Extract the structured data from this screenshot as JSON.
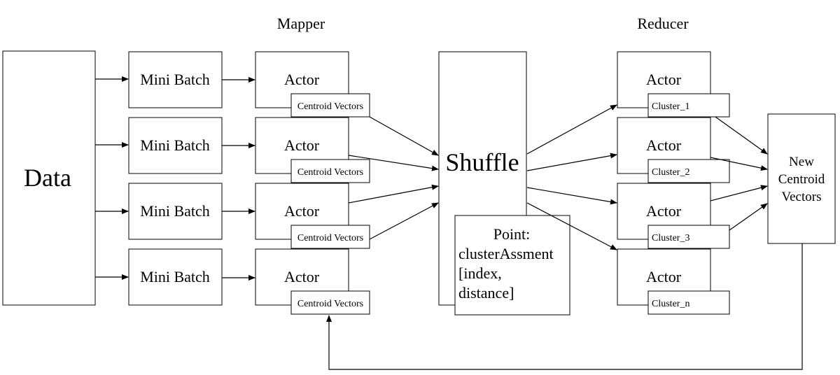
{
  "headers": {
    "mapper": "Mapper",
    "reducer": "Reducer"
  },
  "data_label": "Data",
  "mini_batches": [
    "Mini Batch",
    "Mini Batch",
    "Mini Batch",
    "Mini Batch"
  ],
  "mappers": [
    {
      "actor": "Actor",
      "sub": "Centroid Vectors"
    },
    {
      "actor": "Actor",
      "sub": "Centroid Vectors"
    },
    {
      "actor": "Actor",
      "sub": "Centroid Vectors"
    },
    {
      "actor": "Actor",
      "sub": "Centroid Vectors"
    }
  ],
  "shuffle": "Shuffle",
  "point": {
    "line1": "Point:",
    "line2": "clusterAssment",
    "line3": "[index,",
    "line4": "distance]"
  },
  "reducers": [
    {
      "actor": "Actor",
      "sub": "Cluster_1"
    },
    {
      "actor": "Actor",
      "sub": "Cluster_2"
    },
    {
      "actor": "Actor",
      "sub": "Cluster_3"
    },
    {
      "actor": "Actor",
      "sub": "Cluster_n"
    }
  ],
  "new_centroid": {
    "line1": "New",
    "line2": "Centroid",
    "line3": "Vectors"
  }
}
